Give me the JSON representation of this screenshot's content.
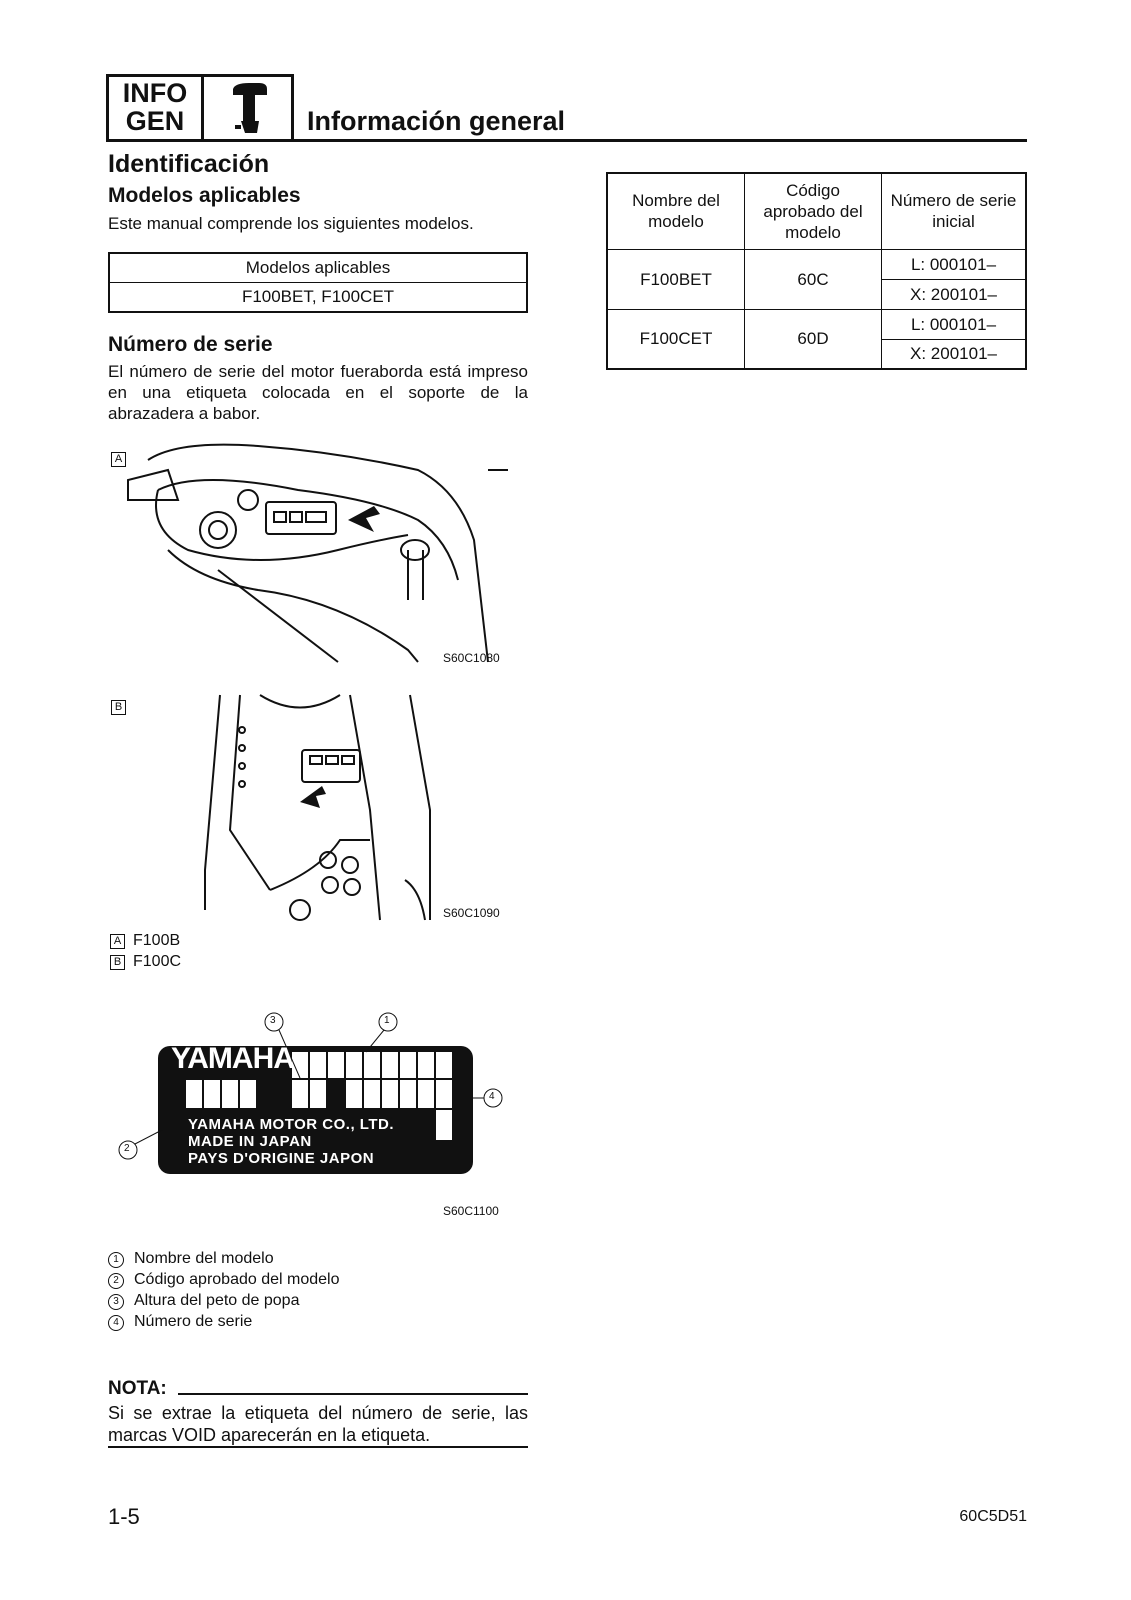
{
  "header": {
    "badge_line1": "INFO",
    "badge_line2": "GEN",
    "title": "Información general"
  },
  "section": {
    "title": "Identificación",
    "applicable": {
      "heading": "Modelos aplicables",
      "intro": "Este manual comprende los siguientes modelos.",
      "table_header": "Modelos aplicables",
      "table_value": "F100BET, F100CET"
    },
    "serial": {
      "heading": "Número de serie",
      "text": "El número de serie del motor fueraborda está impreso en una etiqueta colocada en el soporte de la abrazadera a babor."
    }
  },
  "serial_table": {
    "headers": [
      "Nombre del modelo",
      "Código aprobado del modelo",
      "Número de serie inicial"
    ],
    "rows": [
      {
        "model": "F100BET",
        "code": "60C",
        "serials": [
          "L: 000101–",
          "X: 200101–"
        ]
      },
      {
        "model": "F100CET",
        "code": "60D",
        "serials": [
          "L: 000101–",
          "X: 200101–"
        ]
      }
    ]
  },
  "figures": {
    "fig_a": {
      "letter": "A",
      "code": "S60C1080"
    },
    "fig_b": {
      "letter": "B",
      "code": "S60C1090"
    },
    "fig_label": {
      "code": "S60C1100",
      "brand": "YAMAHA",
      "line1": "YAMAHA MOTOR CO., LTD.",
      "line2": "MADE IN JAPAN",
      "line3": "PAYS D'ORIGINE JAPON",
      "callouts": [
        "1",
        "2",
        "3",
        "4"
      ]
    },
    "letter_legend": [
      {
        "key": "A",
        "text": "F100B"
      },
      {
        "key": "B",
        "text": "F100C"
      }
    ]
  },
  "number_legend": [
    {
      "key": "1",
      "text": "Nombre del modelo"
    },
    {
      "key": "2",
      "text": "Código aprobado del modelo"
    },
    {
      "key": "3",
      "text": "Altura del peto de popa"
    },
    {
      "key": "4",
      "text": "Número de serie"
    }
  ],
  "nota": {
    "title": "NOTA:",
    "text": "Si se extrae la etiqueta del número de serie, las marcas VOID aparecerán en la etiqueta."
  },
  "footer": {
    "page": "1-5",
    "code": "60C5D51"
  }
}
